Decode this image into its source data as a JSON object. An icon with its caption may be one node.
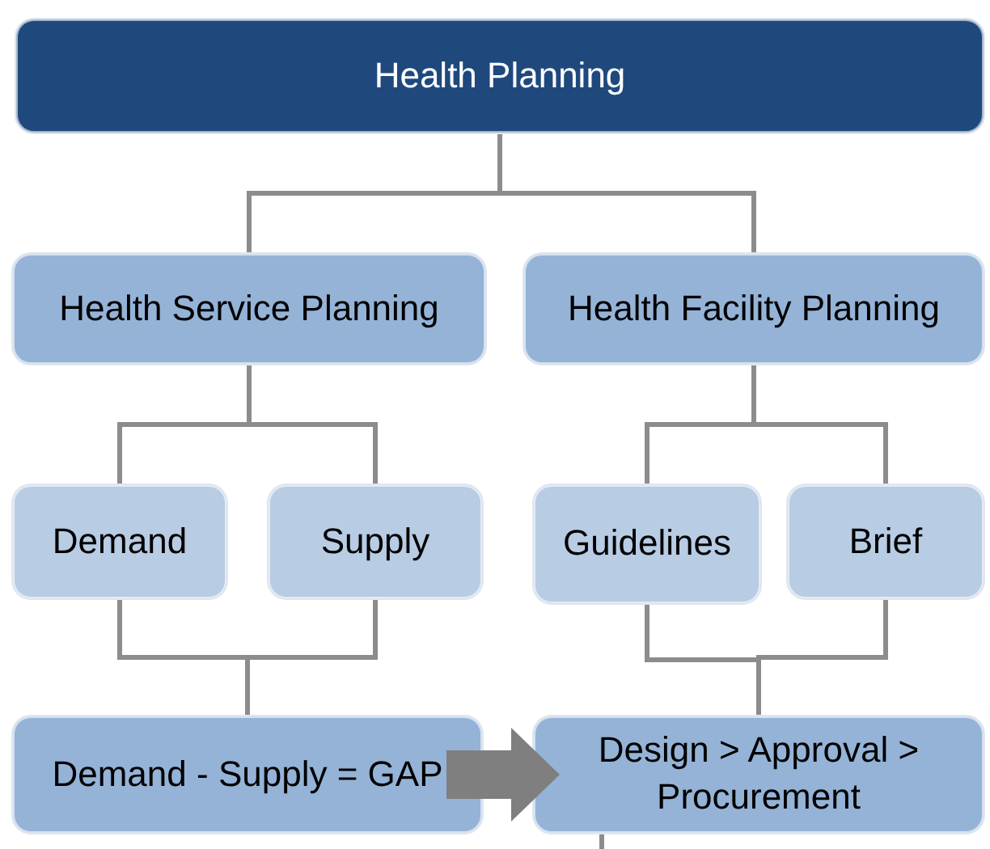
{
  "diagram": {
    "nodes": [
      {
        "text": [
          "Health Planning"
        ]
      },
      {
        "text": [
          "Health Service Planning"
        ]
      },
      {
        "text": [
          "Health Facility Planning"
        ]
      },
      {
        "text": [
          "Demand"
        ]
      },
      {
        "text": [
          "Supply"
        ]
      },
      {
        "text": [
          "Guidelines"
        ]
      },
      {
        "text": [
          "Brief"
        ]
      },
      {
        "text": [
          "Demand - Supply = GAP"
        ]
      },
      {
        "text": [
          "Design > Approval > Procurement"
        ]
      }
    ],
    "edges": [
      {
        "from": 0,
        "to": 1,
        "arrow": "none"
      },
      {
        "from": 0,
        "to": 2,
        "arrow": "none"
      },
      {
        "from": 1,
        "to": 3,
        "arrow": "none"
      },
      {
        "from": 1,
        "to": 4,
        "arrow": "none"
      },
      {
        "from": 2,
        "to": 5,
        "arrow": "none"
      },
      {
        "from": 2,
        "to": 6,
        "arrow": "none"
      },
      {
        "from": 3,
        "to": 7,
        "arrow": "none"
      },
      {
        "from": 4,
        "to": 7,
        "arrow": "none"
      },
      {
        "from": 5,
        "to": 8,
        "arrow": "none"
      },
      {
        "from": 6,
        "to": 8,
        "arrow": "none"
      },
      {
        "from": 7,
        "to": 8,
        "arrow": "to",
        "style": "thick"
      },
      {
        "from": 8,
        "to": null,
        "arrow": "none"
      }
    ]
  }
}
